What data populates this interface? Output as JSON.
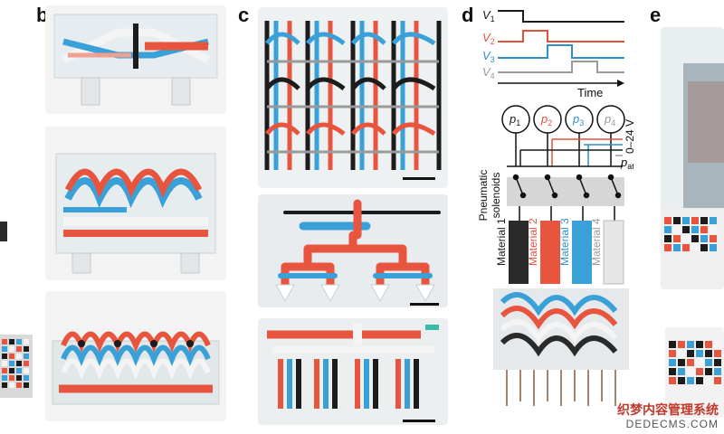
{
  "panels": {
    "b": "b",
    "c": "c",
    "d": "d",
    "e": "e"
  },
  "diagram_d": {
    "voltages": [
      {
        "symbol": "V",
        "sub": "1",
        "color": "#1a1a1a"
      },
      {
        "symbol": "V",
        "sub": "2",
        "color": "#e0533a"
      },
      {
        "symbol": "V",
        "sub": "3",
        "color": "#2f8fc9"
      },
      {
        "symbol": "V",
        "sub": "4",
        "color": "#9a9a9a"
      }
    ],
    "time_label": "Time",
    "pressures": [
      {
        "symbol": "p",
        "sub": "1",
        "color": "#1a1a1a"
      },
      {
        "symbol": "p",
        "sub": "2",
        "color": "#e0533a"
      },
      {
        "symbol": "p",
        "sub": "3",
        "color": "#2f8fc9"
      },
      {
        "symbol": "p",
        "sub": "4",
        "color": "#9a9a9a"
      }
    ],
    "voltage_range": "0–24 V",
    "p_atm": {
      "symbol": "p",
      "sub": "atm"
    },
    "solenoid_label_1": "Pneumatic",
    "solenoid_label_2": "solenoids",
    "materials": [
      {
        "label": "Material 1",
        "color": "#1a1a1a"
      },
      {
        "label": "Material 2",
        "color": "#e0533a"
      },
      {
        "label": "Material 3",
        "color": "#2f8fc9"
      },
      {
        "label": "Material 4",
        "color": "#9a9a9a"
      }
    ]
  },
  "watermark": {
    "line1": "织梦内容管理系统",
    "line2": "DEDECMS.COM"
  },
  "colors": {
    "red": "#e8553f",
    "blue": "#3aa0d8",
    "black": "#1c1c1c",
    "white": "#f4f4f4"
  }
}
